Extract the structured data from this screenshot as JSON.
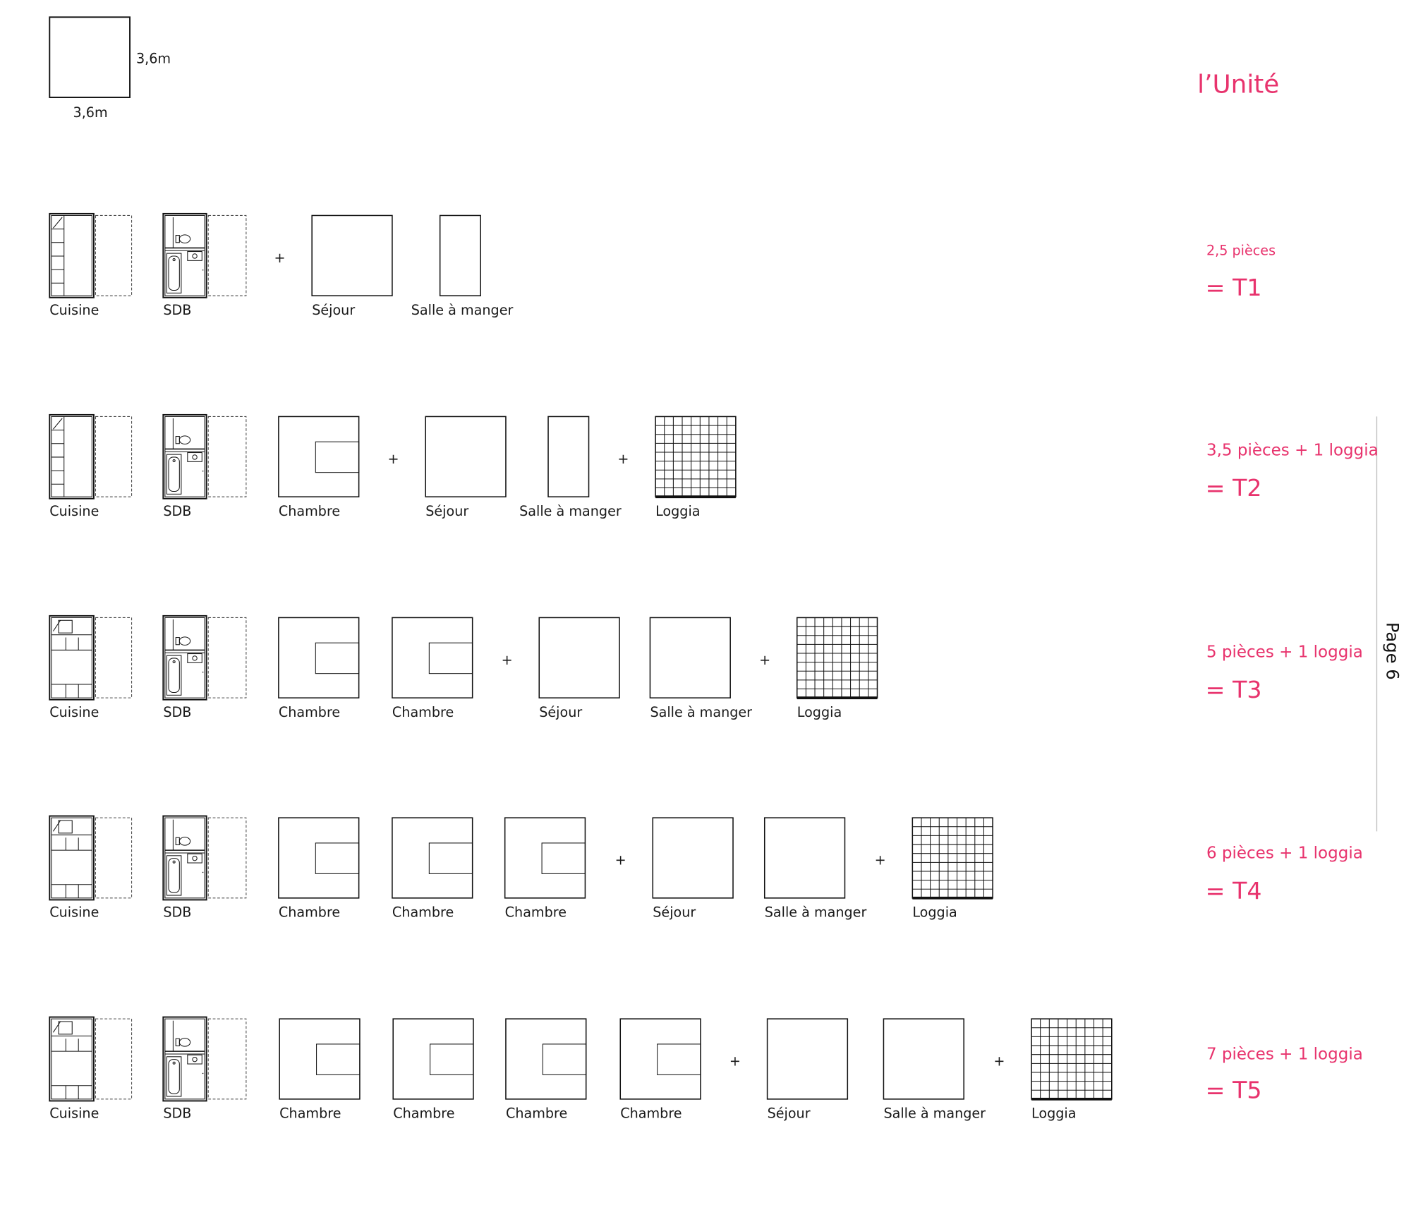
{
  "unit": {
    "side_label": "3,6m",
    "bottom_label": "3,6m",
    "title": "l’Unité"
  },
  "plus_sign": "+",
  "page_label": "Page 6",
  "rows": [
    {
      "type": "T1",
      "pieces": "2,5 pièces",
      "result": "= T1",
      "rooms": [
        {
          "kind": "cuisine",
          "label": "Cuisine"
        },
        {
          "kind": "sdb",
          "label": "SDB"
        },
        {
          "kind": "plus"
        },
        {
          "kind": "sejour",
          "label": "Séjour"
        },
        {
          "kind": "sam",
          "label": "Salle à manger"
        }
      ]
    },
    {
      "type": "T2",
      "pieces": "3,5 pièces + 1 loggia",
      "result": "= T2",
      "rooms": [
        {
          "kind": "cuisine",
          "label": "Cuisine"
        },
        {
          "kind": "sdb",
          "label": "SDB"
        },
        {
          "kind": "chambre",
          "label": "Chambre"
        },
        {
          "kind": "plus"
        },
        {
          "kind": "sejour",
          "label": "Séjour"
        },
        {
          "kind": "sam",
          "label": "Salle à manger"
        },
        {
          "kind": "plus"
        },
        {
          "kind": "loggia",
          "label": "Loggia"
        }
      ]
    },
    {
      "type": "T3",
      "pieces": "5 pièces + 1 loggia",
      "result": "= T3",
      "rooms": [
        {
          "kind": "cuisine",
          "label": "Cuisine"
        },
        {
          "kind": "sdb",
          "label": "SDB"
        },
        {
          "kind": "chambre",
          "label": "Chambre"
        },
        {
          "kind": "chambre",
          "label": "Chambre"
        },
        {
          "kind": "plus"
        },
        {
          "kind": "sejour",
          "label": "Séjour"
        },
        {
          "kind": "sam",
          "label": "Salle à manger"
        },
        {
          "kind": "plus"
        },
        {
          "kind": "loggia",
          "label": "Loggia"
        }
      ]
    },
    {
      "type": "T4",
      "pieces": "6 pièces + 1 loggia",
      "result": "= T4",
      "rooms": [
        {
          "kind": "cuisine",
          "label": "Cuisine"
        },
        {
          "kind": "sdb",
          "label": "SDB"
        },
        {
          "kind": "chambre",
          "label": "Chambre"
        },
        {
          "kind": "chambre",
          "label": "Chambre"
        },
        {
          "kind": "chambre",
          "label": "Chambre"
        },
        {
          "kind": "plus"
        },
        {
          "kind": "sejour",
          "label": "Séjour"
        },
        {
          "kind": "sam",
          "label": "Salle à manger"
        },
        {
          "kind": "plus"
        },
        {
          "kind": "loggia",
          "label": "Loggia"
        }
      ]
    },
    {
      "type": "T5",
      "pieces": "7 pièces + 1 loggia",
      "result": "= T5",
      "rooms": [
        {
          "kind": "cuisine",
          "label": "Cuisine"
        },
        {
          "kind": "sdb",
          "label": "SDB"
        },
        {
          "kind": "chambre",
          "label": "Chambre"
        },
        {
          "kind": "chambre",
          "label": "Chambre"
        },
        {
          "kind": "chambre",
          "label": "Chambre"
        },
        {
          "kind": "chambre",
          "label": "Chambre"
        },
        {
          "kind": "plus"
        },
        {
          "kind": "sejour",
          "label": "Séjour"
        },
        {
          "kind": "sam",
          "label": "Salle à manger"
        },
        {
          "kind": "plus"
        },
        {
          "kind": "loggia",
          "label": "Loggia"
        }
      ]
    }
  ]
}
